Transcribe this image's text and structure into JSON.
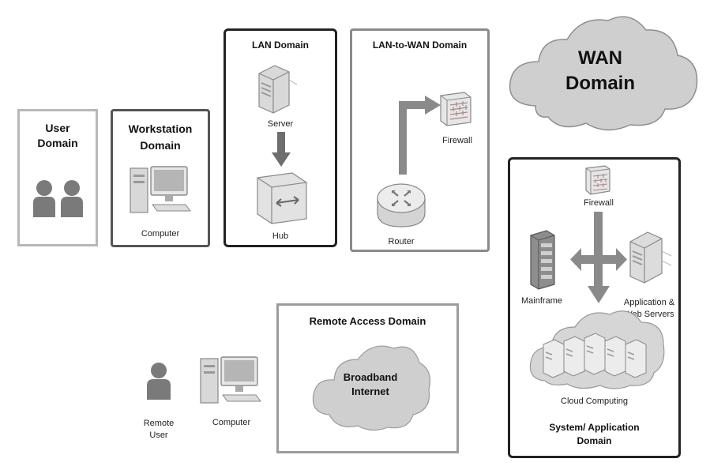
{
  "user_domain": {
    "title_line1": "User",
    "title_line2": "Domain"
  },
  "workstation_domain": {
    "title_line1": "Workstation",
    "title_line2": "Domain",
    "computer_label": "Computer"
  },
  "lan_domain": {
    "title": "LAN Domain",
    "server_label": "Server",
    "hub_label": "Hub"
  },
  "lan_to_wan_domain": {
    "title": "LAN-to-WAN Domain",
    "firewall_label": "Firewall",
    "router_label": "Router"
  },
  "wan_domain": {
    "title_line1": "WAN",
    "title_line2": "Domain"
  },
  "system_app_domain": {
    "firewall_label": "Firewall",
    "mainframe_label": "Mainframe",
    "app_servers_line1": "Application &",
    "app_servers_line2": "Web Servers",
    "cloud_label": "Cloud Computing",
    "title_line1": "System/ Application",
    "title_line2": "Domain"
  },
  "remote_access_domain": {
    "title": "Remote Access Domain",
    "cloud_line1": "Broadband",
    "cloud_line2": "Internet",
    "remote_user_line1": "Remote",
    "remote_user_line2": "User",
    "computer_label": "Computer"
  },
  "icons": {
    "user": "user-icon",
    "computer": "computer-icon",
    "server": "server-icon",
    "hub": "hub-icon",
    "router": "router-icon",
    "firewall": "firewall-icon",
    "mainframe": "mainframe-icon",
    "cloud": "cloud-icon"
  }
}
